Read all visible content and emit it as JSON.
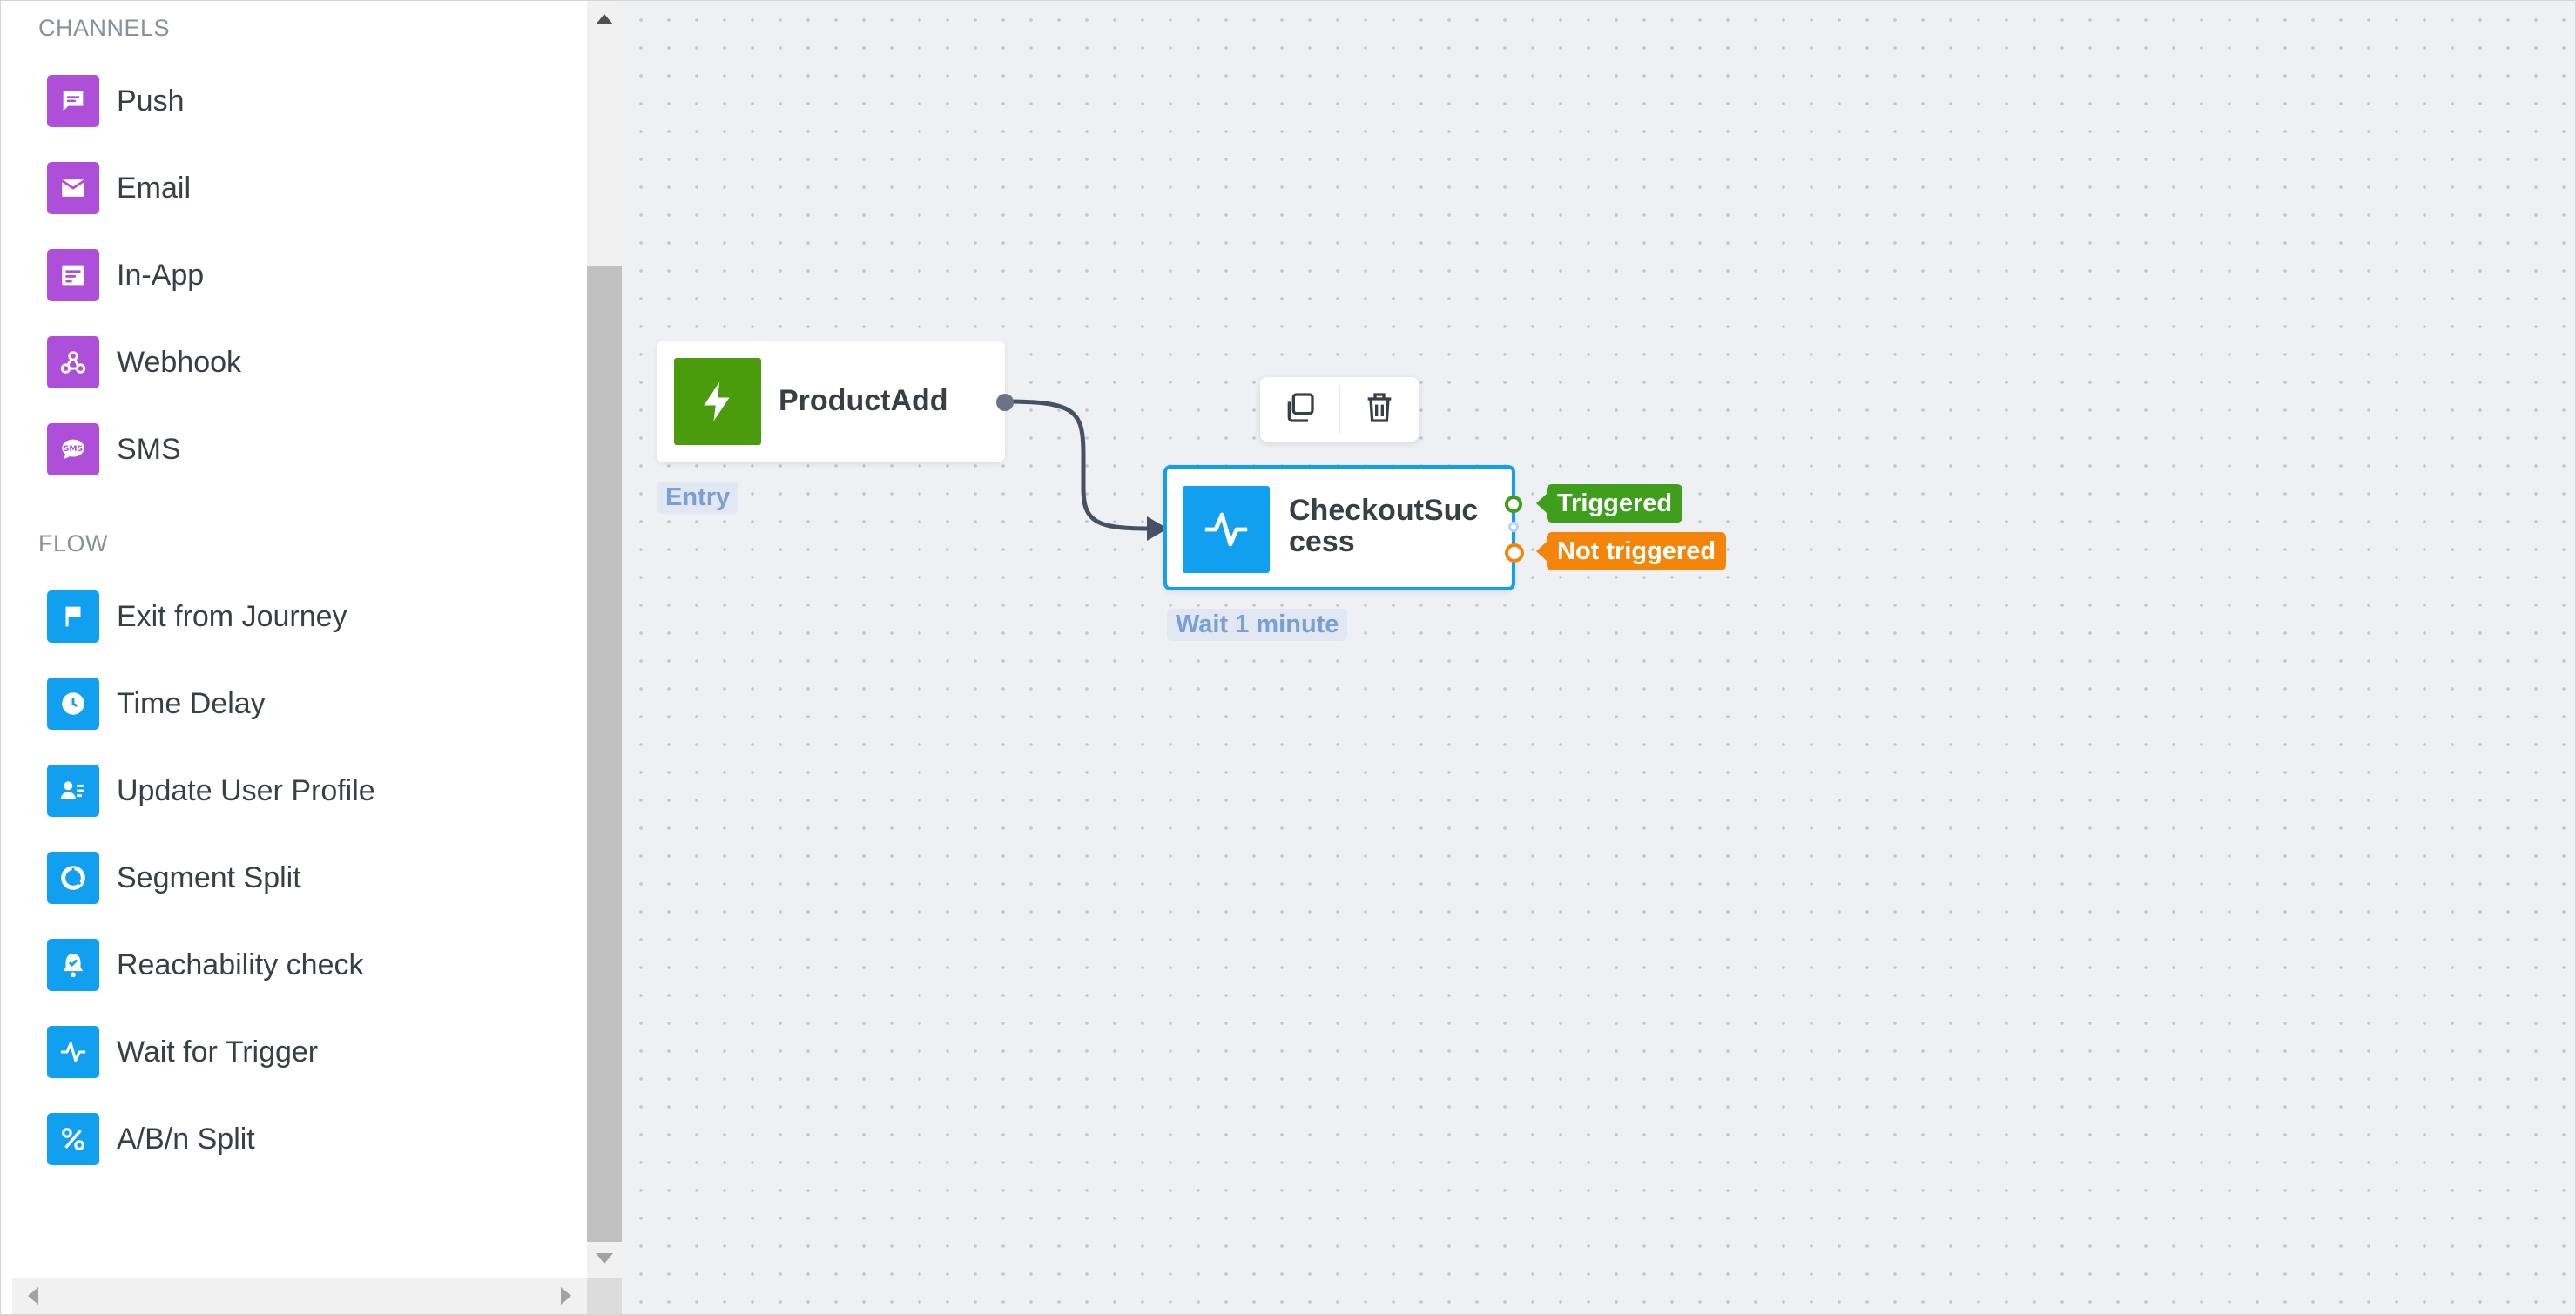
{
  "sidebar": {
    "channels_title": "CHANNELS",
    "channels": [
      {
        "label": "Push",
        "icon": "push-icon"
      },
      {
        "label": "Email",
        "icon": "email-icon"
      },
      {
        "label": "In-App",
        "icon": "in-app-icon"
      },
      {
        "label": "Webhook",
        "icon": "webhook-icon"
      },
      {
        "label": "SMS",
        "icon": "sms-icon"
      }
    ],
    "flow_title": "FLOW",
    "flow": [
      {
        "label": "Exit from Journey",
        "icon": "flag-icon"
      },
      {
        "label": "Time Delay",
        "icon": "clock-icon"
      },
      {
        "label": "Update User Profile",
        "icon": "user-profile-icon"
      },
      {
        "label": "Segment Split",
        "icon": "segment-icon"
      },
      {
        "label": "Reachability check",
        "icon": "bell-check-icon"
      },
      {
        "label": "Wait for Trigger",
        "icon": "pulse-icon"
      },
      {
        "label": "A/B/n Split",
        "icon": "percent-icon"
      }
    ]
  },
  "canvas": {
    "entry_node": {
      "title": "ProductAdd",
      "tag": "Entry",
      "icon": "lightning-icon"
    },
    "trigger_node": {
      "title_line1": "CheckoutSuc",
      "title_line2": "cess",
      "tag": "Wait 1 minute",
      "icon": "pulse-icon"
    },
    "toolbar": {
      "copy_icon": "copy-icon",
      "delete_icon": "trash-icon"
    },
    "outputs": {
      "triggered": "Triggered",
      "not_triggered": "Not triggered"
    }
  },
  "colors": {
    "channel_accent": "#ad4fd9",
    "flow_accent": "#11a0f0",
    "entry_green": "#4a9c0c",
    "triggered_green": "#3f9e1c",
    "not_triggered_orange": "#f3860a",
    "selected_border": "#11a0f0"
  }
}
